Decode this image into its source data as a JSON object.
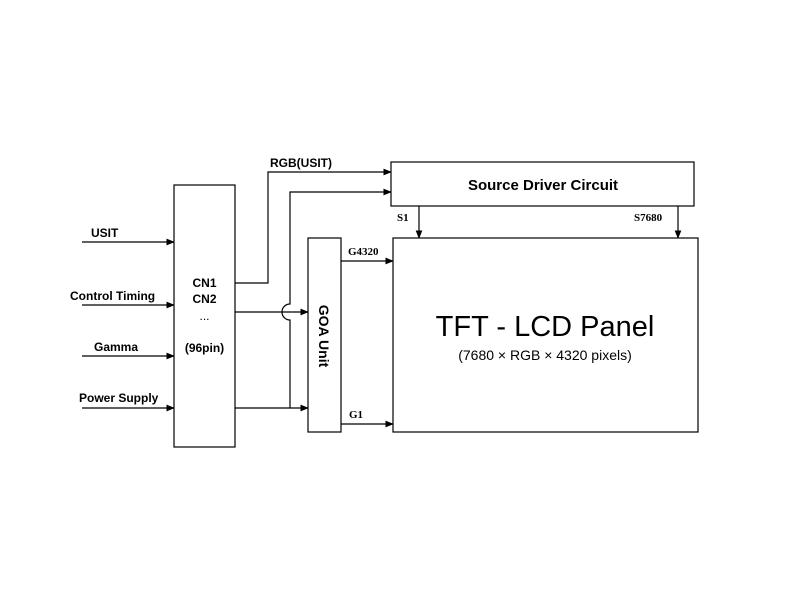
{
  "inputs": {
    "usit": "USIT",
    "control_timing": "Control Timing",
    "gamma": "Gamma",
    "power_supply": "Power Supply"
  },
  "connector": {
    "cn1": "CN1",
    "cn2": "CN2",
    "ellipsis": "...",
    "pins": "(96pin)"
  },
  "rgb_label": "RGB(USIT)",
  "source_driver": "Source Driver Circuit",
  "source_outputs": {
    "first": "S1",
    "last": "S7680"
  },
  "goa_unit": "GOA Unit",
  "gate_outputs": {
    "top": "G4320",
    "bottom": "G1"
  },
  "panel": {
    "title": "TFT - LCD Panel",
    "resolution": "(7680 × RGB × 4320 pixels)"
  },
  "colors": {
    "line": "#000000",
    "fill": "#ffffff"
  }
}
